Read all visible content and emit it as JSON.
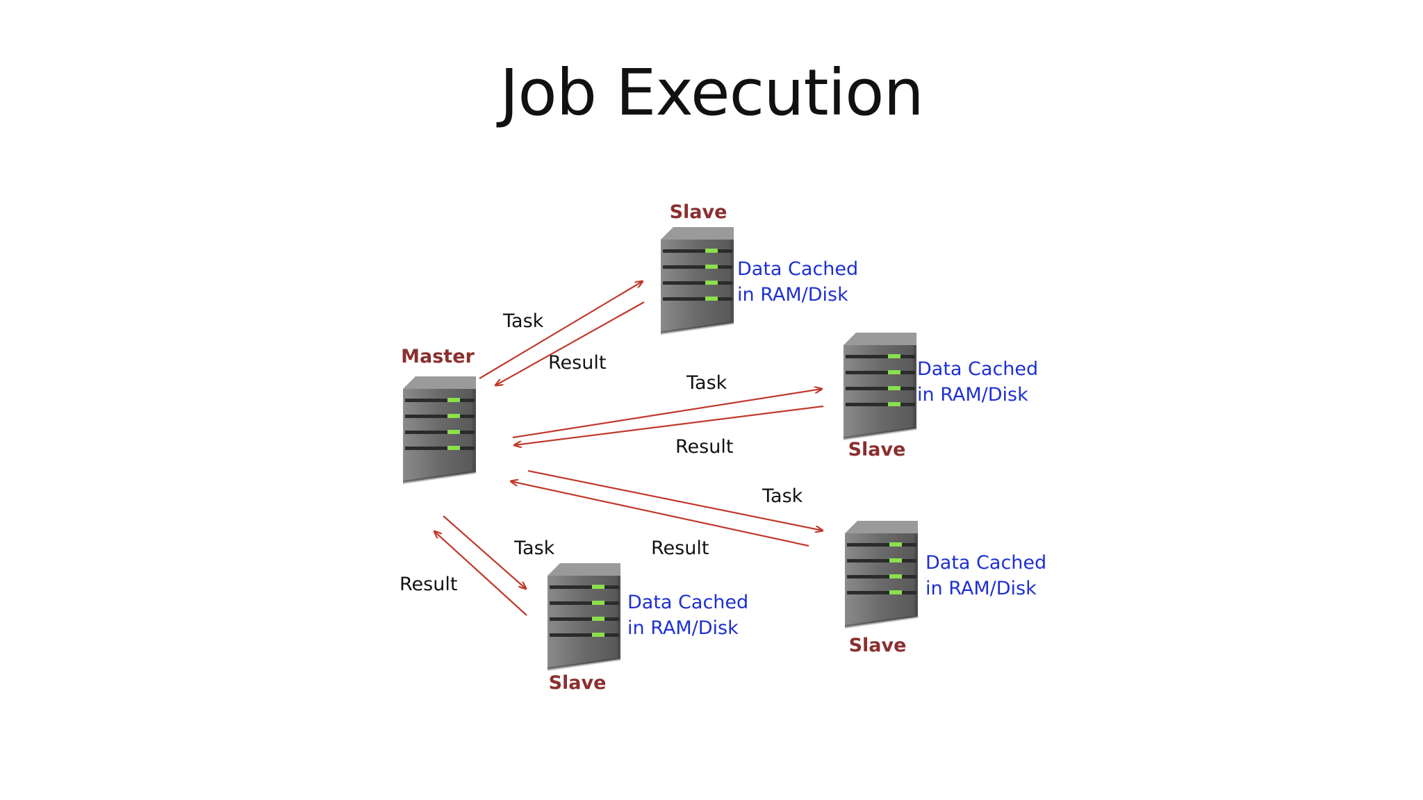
{
  "title": "Job Execution",
  "colors": {
    "server_label": "#8b2f2f",
    "cache_label": "#1d2fd1",
    "arrow": "#c0392b",
    "server_body": "#6e6e6e",
    "led": "#8be04e"
  },
  "icons": {
    "server": "server-tower-icon"
  },
  "master": {
    "label": "Master"
  },
  "slaves": [
    {
      "label": "Slave",
      "cache_line1": "Data Cached",
      "cache_line2": "in RAM/Disk"
    },
    {
      "label": "Slave",
      "cache_line1": "Data Cached",
      "cache_line2": "in RAM/Disk"
    },
    {
      "label": "Slave",
      "cache_line1": "Data Cached",
      "cache_line2": "in RAM/Disk"
    },
    {
      "label": "Slave",
      "cache_line1": "Data Cached",
      "cache_line2": "in RAM/Disk"
    }
  ],
  "flows": [
    {
      "task_label": "Task",
      "result_label": "Result"
    },
    {
      "task_label": "Task",
      "result_label": "Result"
    },
    {
      "task_label": "Task",
      "result_label": "Result"
    },
    {
      "task_label": "Task",
      "result_label": "Result"
    }
  ]
}
